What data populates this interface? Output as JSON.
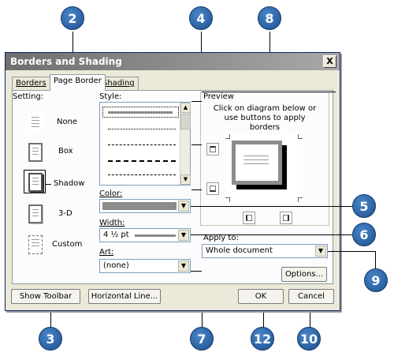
{
  "dialog": {
    "title": "Borders and Shading",
    "close_glyph": "X"
  },
  "tabs": [
    {
      "label": "Borders",
      "active": false
    },
    {
      "label": "Page Border",
      "active": true
    },
    {
      "label": "Shading",
      "active": false
    }
  ],
  "setting": {
    "label": "Setting:",
    "options": [
      {
        "label": "None",
        "selected": false
      },
      {
        "label": "Box",
        "selected": false
      },
      {
        "label": "Shadow",
        "selected": true
      },
      {
        "label": "3-D",
        "selected": false
      },
      {
        "label": "Custom",
        "selected": false
      }
    ]
  },
  "style": {
    "label": "Style:"
  },
  "color": {
    "label": "Color:",
    "value": ""
  },
  "width": {
    "label": "Width:",
    "value": "4 ½ pt"
  },
  "art": {
    "label": "Art:",
    "value": "(none)"
  },
  "preview": {
    "label": "Preview",
    "instruction": "Click on diagram below or use buttons to apply borders"
  },
  "apply_to": {
    "label": "Apply to:",
    "value": "Whole document"
  },
  "buttons": {
    "options": "Options...",
    "show_toolbar": "Show Toolbar",
    "horizontal_line": "Horizontal Line...",
    "ok": "OK",
    "cancel": "Cancel"
  },
  "callouts": {
    "c2": "2",
    "c4": "4",
    "c8": "8",
    "c5": "5",
    "c6": "6",
    "c3": "3",
    "c7": "7",
    "c12": "12",
    "c10": "10",
    "c9": "9"
  },
  "colors": {
    "callout_blue": "#2a64a8",
    "title_gray": "#8a8a8a",
    "dialog_face": "#ece9d8"
  }
}
